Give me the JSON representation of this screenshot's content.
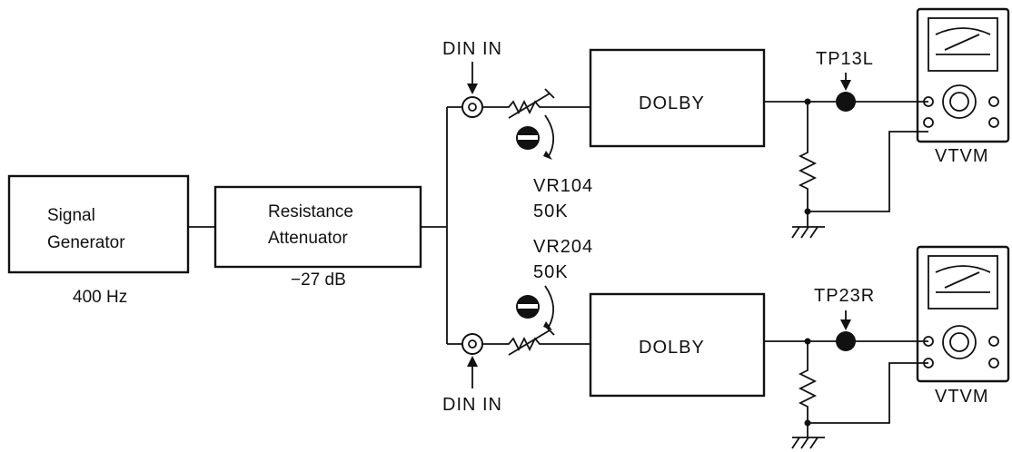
{
  "signal_generator": {
    "line1": "Signal",
    "line2": "Generator",
    "freq": "400 Hz"
  },
  "attenuator": {
    "line1": "Resistance",
    "line2": "Attenuator",
    "level": "−27 dB"
  },
  "din_top": "DIN IN",
  "din_bottom": "DIN IN",
  "dolby_top": "DOLBY",
  "dolby_bottom": "DOLBY",
  "vr_top": {
    "name": "VR104",
    "value": "50K"
  },
  "vr_bottom": {
    "name": "VR204",
    "value": "50K"
  },
  "tp_top": "TP13L",
  "tp_bottom": "TP23R",
  "vtvm_top": "VTVM",
  "vtvm_bottom": "VTVM"
}
